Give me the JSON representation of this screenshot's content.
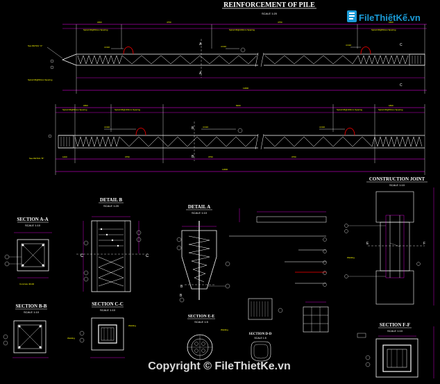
{
  "title": "REINFORCEMENT OF PILE",
  "title_scale": "SCALE 1:20",
  "section_tags": {
    "a": "A",
    "b": "B",
    "c": "C",
    "e": "E",
    "f": "F"
  },
  "details": [
    {
      "key": "section_aa",
      "title": "SECTION A-A",
      "scale": "SCALE 1:10"
    },
    {
      "key": "detail_b",
      "title": "DETAIL B",
      "scale": "SCALE 1:20"
    },
    {
      "key": "detail_a",
      "title": "DETAIL A",
      "scale": "SCALE 1:10"
    },
    {
      "key": "section_bb",
      "title": "SECTION B-B",
      "scale": "SCALE 1:10"
    },
    {
      "key": "section_cc",
      "title": "SECTION C-C",
      "scale": "SCALE 1:10"
    },
    {
      "key": "section_dd",
      "title": "SECTION D-D",
      "scale": "SCALE 1:5"
    },
    {
      "key": "section_ee",
      "title": "SECTION E-E",
      "scale": "SCALE 1:5"
    },
    {
      "key": "construction_joint",
      "title": "CONSTRUCTION JOINT",
      "scale": "SCALE 1:10"
    },
    {
      "key": "section_ff",
      "title": "SECTION F-F",
      "scale": "SCALE 1:10"
    }
  ],
  "logo": {
    "brand": "FileThiếtKế.vn",
    "icon": "file-icon"
  },
  "watermark": "Copyright © FileThietKe.vn",
  "colors": {
    "background": "#000000",
    "rebar": "#ffffff",
    "dimension": "#ff00ff",
    "callout": "#ff0000",
    "annotation": "#ffff00",
    "brand": "#1a9ad6"
  }
}
